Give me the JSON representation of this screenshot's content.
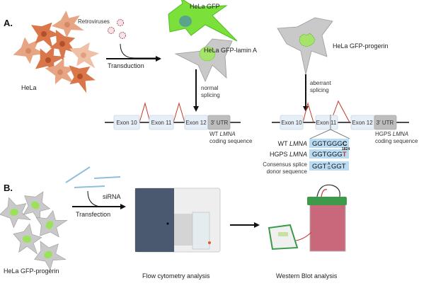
{
  "panel_a": {
    "label": "A.",
    "hela_label": "HeLa",
    "retroviruses_label": "Retroviruses",
    "transduction_label": "Transduction",
    "hela_gfp_label": "HeLa GFP",
    "hela_gfp_lamin_label": "HeLa GFP-lamin A",
    "hela_gfp_progerin_label": "HeLa GFP-progerin",
    "normal_splicing": [
      "normal",
      "splicing"
    ],
    "aberrant_splicing": [
      "aberrant",
      "splicing"
    ],
    "wt_gene": {
      "exons": [
        "Exon 10",
        "Exon 11",
        "Exon 12",
        "3' UTR"
      ],
      "caption_prefix": "WT ",
      "caption_gene": "LMNA",
      "caption_line2": "coding sequence"
    },
    "hgps_gene": {
      "exons": [
        "Exon 10",
        "Exon 11",
        "Exon 12",
        "3' UTR"
      ],
      "caption_prefix": "HGPS ",
      "caption_gene": "LMNA",
      "caption_line2": "coding sequence"
    },
    "sequences": {
      "wt_label_prefix": "WT ",
      "wt_label_gene": "LMNA",
      "wt_seq": "GGTGGG",
      "wt_base": "C",
      "hgps_label_prefix": "HGPS ",
      "hgps_label_gene": "LMNA",
      "hgps_seq": "GGTGGG",
      "hgps_base": "T",
      "position": "1824",
      "consensus_label": [
        "Consensus splice",
        "donor sequence"
      ],
      "consensus_seq_start": "GGT",
      "consensus_alt_top": "A",
      "consensus_alt_bottom": "G",
      "consensus_seq_end": "GGT"
    }
  },
  "panel_b": {
    "label": "B.",
    "cells_label": "HeLa GFP-progerin",
    "sirna_label": "siRNA",
    "transfection_label": "Transfection",
    "flow_label": "Flow cytometry analysis",
    "western_label": "Western Blot analysis"
  },
  "colors": {
    "hela": "#d9774a",
    "gfp": "#7be03a",
    "cell_gray": "#c8c8c8",
    "splice": "#c0392b",
    "mutation": "#c0392b",
    "sequence_box": "#b9dcf3"
  }
}
